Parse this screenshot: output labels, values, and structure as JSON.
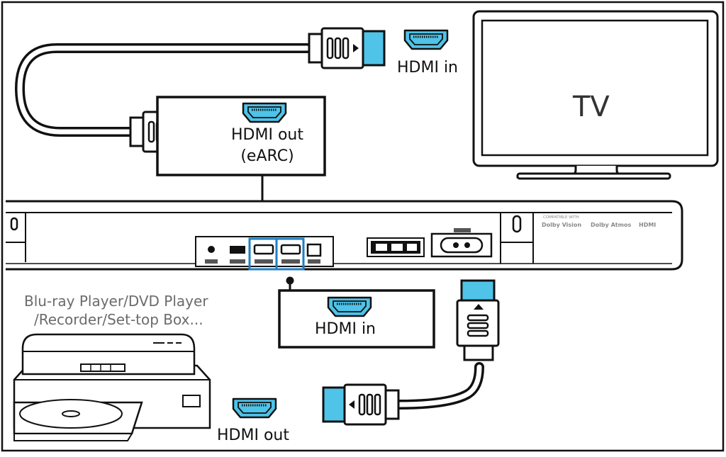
{
  "tv": {
    "label": "TV"
  },
  "tv_port": {
    "label": "HDMI in"
  },
  "soundbar_out_port": {
    "line1": "HDMI out",
    "line2": "(eARC)"
  },
  "soundbar_in_port": {
    "label": "HDMI in"
  },
  "source_device": {
    "line1": "Blu-ray Player/DVD Player",
    "line2": "/Recorder/Set-top Box..."
  },
  "source_port": {
    "label": "HDMI out"
  },
  "soundbar": {
    "badges": [
      "COMPATIBLE WITH",
      "Dolby Vision",
      "Dolby Atmos",
      "HDMI"
    ]
  },
  "colors": {
    "hdmi_blue": "#4fc3e8",
    "highlight_blue": "#1f7fc0",
    "line": "#111111",
    "gray_text": "#6b6b6b"
  }
}
